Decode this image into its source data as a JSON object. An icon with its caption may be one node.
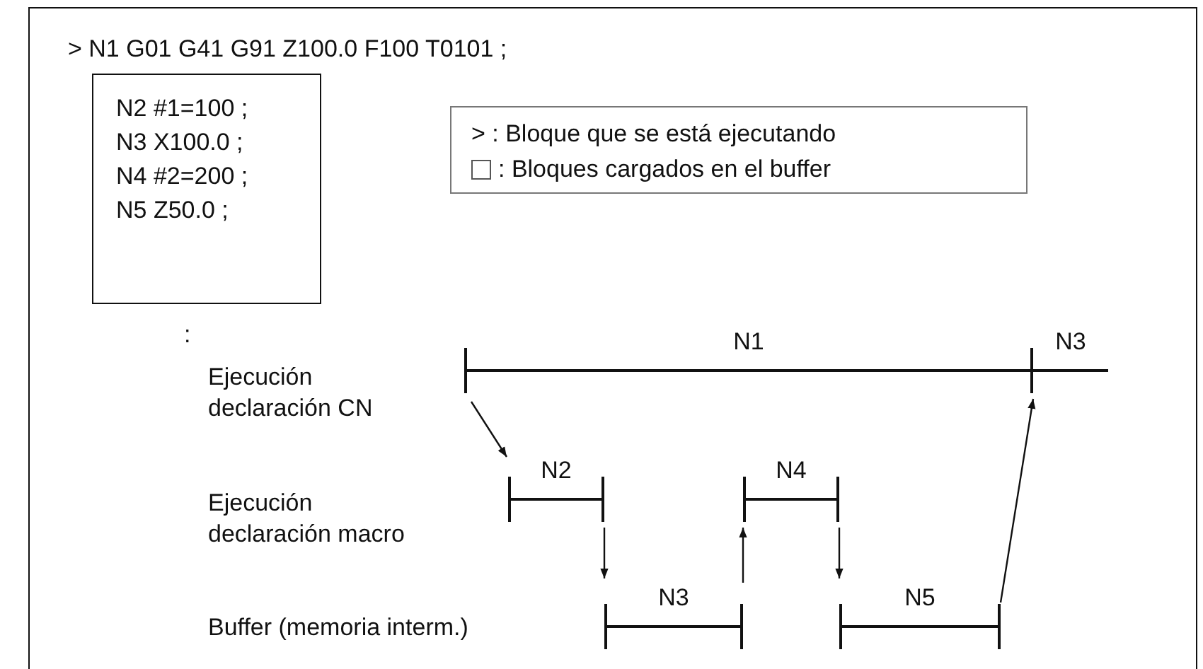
{
  "diagram": {
    "nodes": [
      {
        "text": [
          "N2 #1=100 ;",
          "N3 X100.0 ;",
          "N4 #2=200 ;",
          "N5 Z50.0 ;"
        ]
      },
      {
        "text": [
          "N1"
        ]
      },
      {
        "text": [
          "N3"
        ]
      },
      {
        "text": [
          "N2"
        ]
      },
      {
        "text": [
          "N4"
        ]
      },
      {
        "text": [
          "N3"
        ]
      },
      {
        "text": [
          "N5"
        ]
      }
    ],
    "edges": [
      {
        "from": 1,
        "to": 3,
        "arrow": "to"
      },
      {
        "from": 3,
        "to": 5,
        "arrow": "to"
      },
      {
        "from": 5,
        "to": 4,
        "arrow": "to"
      },
      {
        "from": 4,
        "to": 6,
        "arrow": "to"
      },
      {
        "from": 6,
        "to": 2,
        "arrow": "to"
      }
    ],
    "labels": [
      "> N1 G01 G41 G91 Z100.0 F100 T0101 ;",
      ":",
      "Ejecución declaración CN",
      "Ejecución declaración macro",
      "Buffer (memoria interm.)"
    ],
    "legend": [
      {
        "text": "> : Bloque que se está ejecutando"
      },
      {
        "text": ": Bloques cargados en el buffer"
      }
    ]
  }
}
